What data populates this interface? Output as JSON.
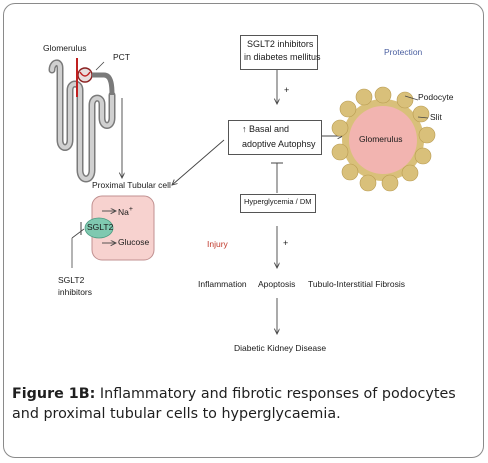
{
  "diagram": {
    "glomerulus_label": "Glomerulus",
    "pct_label": "PCT",
    "sglt2_box": [
      "SGLT2 inhibitors",
      "in diabetes mellitus"
    ],
    "plus_top": "+",
    "protection_label": "Protection",
    "autophagy_box": [
      "↑ Basal and",
      "adoptive Autophsy"
    ],
    "podocyte_label": "Podocyte",
    "slit_label": "Slit",
    "glomerulus_circle_label": "Glomerulus",
    "proximal_cell_label": "Proximal Tubular cell",
    "na_label": "Na",
    "na_sup": "+",
    "sglt2_label": "SGLT2",
    "glucose_label": "Glucose",
    "inhibitors_label": [
      "SGLT2",
      "inhibitors"
    ],
    "hyperglycemia_box": "Hyperglycemia / DM",
    "injury_label": "Injury",
    "plus_mid": "+",
    "inflammation_label": "Inflammation",
    "apoptosis_label": "Apoptosis",
    "fibrosis_label": "Tubulo-Interstitial Fibrosis",
    "dkd_label": "Diabetic Kidney Disease"
  },
  "caption": {
    "figure_label": "Figure 1B:",
    "text": " Inflammatory and fibrotic responses of podocytes and proximal tubular cells to hyperglycaemia."
  },
  "colors": {
    "protection": "#4a5fa0",
    "injury": "#c0392b",
    "glomerulus_fill": "#f2b4b0",
    "podocyte_fill": "#d9c07a",
    "cell_fill": "#f7d2cf",
    "sglt2_fill": "#7fc9b0",
    "tubule_fill": "#c8c8c8"
  }
}
